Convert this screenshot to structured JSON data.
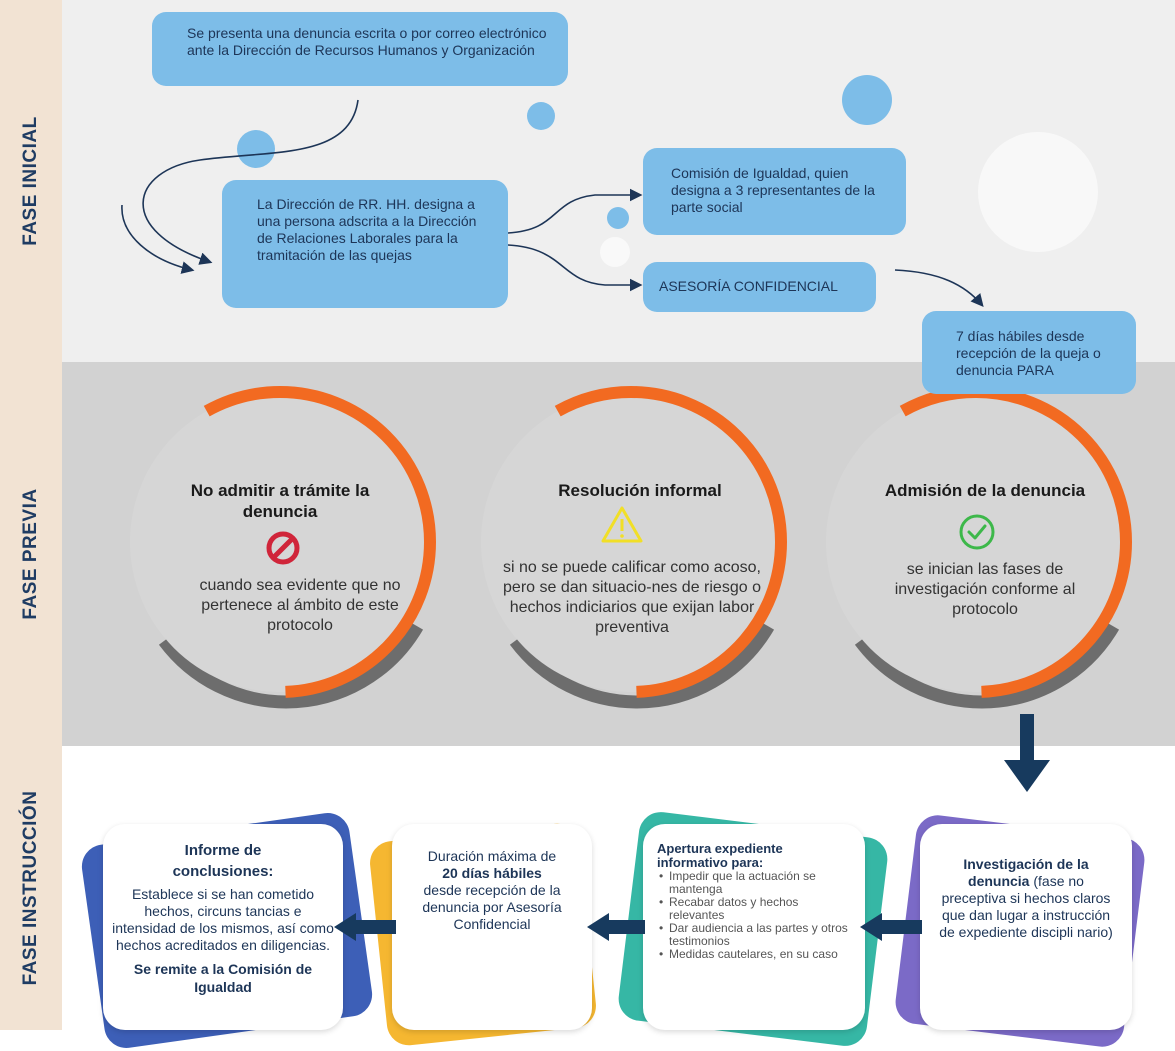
{
  "phases": {
    "inicial": "FASE INICIAL",
    "previa": "FASE PREVIA",
    "instruccion": "FASE INSTRUCCIÓN"
  },
  "inicial": {
    "bubble_denuncia": "Se presenta una denuncia escrita o por correo electrónico ante la Dirección de Recursos Humanos y Organización",
    "bubble_designa": "La Dirección de RR. HH. designa a una persona adscrita a la Dirección de Relaciones Laborales para la tramitación de las quejas",
    "bubble_comision": "Comisión de Igualdad, quien designa a 3 representantes de la parte social",
    "bubble_asesoria": "ASESORÍA CONFIDENCIAL",
    "bubble_plazo": "7 días hábiles desde recepción de la queja o denuncia PARA"
  },
  "previa": {
    "options": [
      {
        "title": "No admitir a trámite la denuncia",
        "icon": "prohibited-icon",
        "desc": "cuando sea evidente que no pertenece al ámbito de este protocolo"
      },
      {
        "title": "Resolución informal",
        "icon": "warning-icon",
        "desc": "si no se puede calificar como acoso, pero se dan situacio-nes de riesgo o hechos indiciarios que exijan labor preventiva"
      },
      {
        "title": "Admisión de la denuncia",
        "icon": "check-circle-icon",
        "desc": "se inician las fases de investigación conforme al protocolo"
      }
    ]
  },
  "instruccion": {
    "investigacion": {
      "bold": "Investigación de la denuncia",
      "rest": " (fase no preceptiva si hechos claros que dan lugar a instrucción de expediente discipli nario)"
    },
    "apertura": {
      "title": "Apertura expediente informativo para:",
      "items": [
        "Impedir que la actuación se mantenga",
        "Recabar datos y hechos relevantes",
        "Dar audiencia a las partes y otros testimonios",
        "Medidas cautelares, en su caso"
      ]
    },
    "duracion": {
      "pre": "Duración máxima de",
      "bold": "20 días hábiles",
      "post": "desde recepción de la denuncia por Asesoría Confidencial"
    },
    "informe": {
      "title": "Informe de conclusiones:",
      "body": "Establece si se han cometido hechos, circuns tancias e intensidad de los mismos, así como hechos acreditados en diligencias.",
      "footer": "Se remite a la Comisión de Igualdad"
    }
  },
  "colors": {
    "bubble": "#7dbde8",
    "ring_orange": "#f26a21",
    "arrow_navy": "#173a5e",
    "back_blue": "#3d5fb7",
    "back_yellow": "#f5b731",
    "back_teal": "#36b7a5",
    "back_purple": "#7b6ac7"
  }
}
